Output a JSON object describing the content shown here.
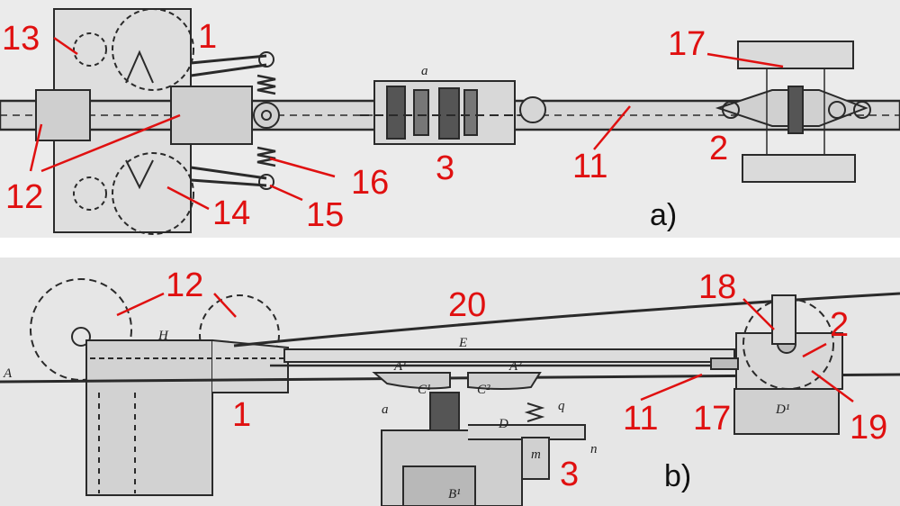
{
  "colors": {
    "callout": "#e01010",
    "ink": "#222222",
    "paper_top": "#ebebeb",
    "paper_bottom": "#e6e6e6"
  },
  "panel_a": {
    "tag": "a)",
    "labels": [
      "13",
      "1",
      "12",
      "14",
      "15",
      "16",
      "3",
      "11",
      "2",
      "17"
    ],
    "letters": [
      "a"
    ]
  },
  "panel_b": {
    "tag": "b)",
    "labels": [
      "12",
      "20",
      "1",
      "18",
      "2",
      "11",
      "17",
      "19",
      "3"
    ],
    "letters": [
      "H",
      "A",
      "E",
      "A¹",
      "A²",
      "C¹",
      "C²",
      "a",
      "D",
      "q",
      "D¹",
      "n",
      "m",
      "B¹"
    ]
  }
}
